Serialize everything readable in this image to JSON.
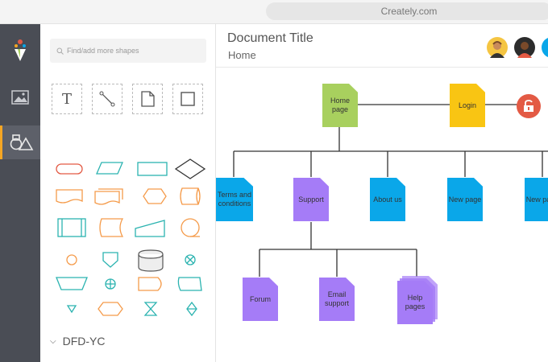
{
  "browser": {
    "url": "Creately.com"
  },
  "left_rail": {
    "items": [
      {
        "name": "logo"
      },
      {
        "name": "image"
      },
      {
        "name": "shapes",
        "active": true
      }
    ]
  },
  "panel": {
    "search_placeholder": "Find/add more shapes",
    "tools": [
      "T",
      "connector",
      "page",
      "rectangle"
    ],
    "section_label": "DFD-YC"
  },
  "document": {
    "title": "Document Title",
    "breadcrumb": "Home"
  },
  "diagram": {
    "nodes": {
      "home": "Home page",
      "login": "Login",
      "terms": "Terms and conditions",
      "support": "Support",
      "about": "About us",
      "newpage": "New page",
      "newpage2": "New page",
      "forum": "Forum",
      "email": "Email support",
      "help": "Help pages"
    }
  },
  "colors": {
    "green": "#a8d05e",
    "yellow": "#f9c513",
    "blue": "#0aa7e9",
    "purple": "#a57cf7",
    "lock": "#e35a44",
    "accent": "#f5a623"
  }
}
